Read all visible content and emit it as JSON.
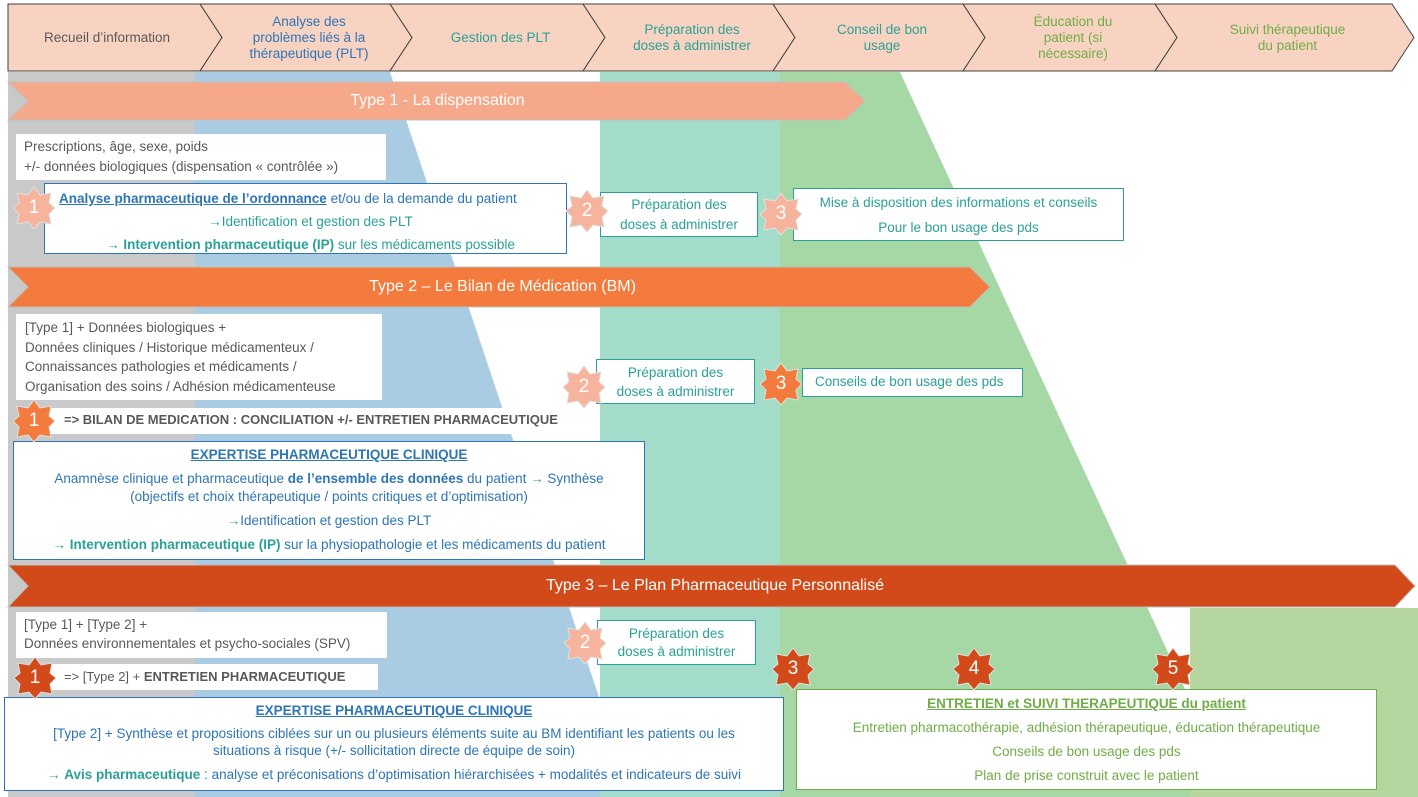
{
  "process_steps": [
    {
      "lines": [
        "Recueil d’information"
      ],
      "color": "#595959"
    },
    {
      "lines": [
        "Analyse des",
        "problèmes liés à la",
        "thérapeutique (PLT)"
      ],
      "color": "#2e75b6"
    },
    {
      "lines": [
        "Gestion des PLT"
      ],
      "color": "#2aa198"
    },
    {
      "lines": [
        "Préparation des",
        "doses à administrer"
      ],
      "color": "#2aa198"
    },
    {
      "lines": [
        "Conseil de bon",
        "usage"
      ],
      "color": "#2aa198"
    },
    {
      "lines": [
        "Éducation du",
        "patient (si",
        "nécessaire)"
      ],
      "color": "#70ad47"
    },
    {
      "lines": [
        "Suivi thérapeutique",
        "du patient"
      ],
      "color": "#70ad47"
    }
  ],
  "type1": {
    "title": "Type 1 - La dispensation",
    "color": "#f6a98a",
    "data_line1": "Prescriptions, âge, sexe, poids",
    "data_line2": "+/- données biologiques (dispensation « contrôlée »)",
    "box1": {
      "line1_bold": "Analyse pharmaceutique de l’ordonnance",
      "line1_rest": " et/ou de la demande du patient",
      "line2": "Identification et gestion des PLT",
      "line3_bold": "Intervention pharmaceutique (IP)",
      "line3_rest": " sur les médicaments possible"
    },
    "box2": {
      "line1": "Préparation des",
      "line2": "doses à administrer"
    },
    "box3": {
      "line1": "Mise à disposition des informations et conseils",
      "line2": "Pour le bon usage des pds"
    },
    "badges": [
      "1",
      "2",
      "3"
    ]
  },
  "type2": {
    "title": "Type 2 – Le Bilan de Médication (BM)",
    "color": "#f47b3e",
    "data_lines": [
      "[Type 1] + Données biologiques +",
      "Données cliniques / Historique médicamenteux /",
      "Connaissances pathologies et médicaments /",
      "Organisation des soins / Adhésion médicamenteuse"
    ],
    "step1_text": "=> BILAN DE MEDICATION : CONCILIATION +/- ENTRETIEN PHARMACEUTIQUE",
    "expertise": {
      "title": "EXPERTISE PHARMACEUTIQUE CLINIQUE",
      "l1_a": "Anamnèse clinique et pharmaceutique ",
      "l1_b": "de l’ensemble des données",
      "l1_c": " du patient ",
      "l1_d": " Synthèse",
      "l2": "(objectifs et choix thérapeutique / points critiques et d’optimisation)",
      "l3": "Identification et gestion des PLT",
      "l4_bold": "Intervention pharmaceutique (IP)",
      "l4_rest": " sur la physiopathologie et les médicaments du patient"
    },
    "box2": {
      "line1": "Préparation des",
      "line2": "doses à administrer"
    },
    "box3": "Conseils de bon usage des pds",
    "badges": [
      "1",
      "2",
      "3"
    ]
  },
  "type3": {
    "title": "Type 3 – Le Plan Pharmaceutique Personnalisé",
    "color": "#d24a1a",
    "data_line1": "[Type 1] + [Type 2] +",
    "data_line2": "Données environnementales et psycho-sociales (SPV)",
    "step1_a": "=> [Type 2] + ",
    "step1_b": "ENTRETIEN PHARMACEUTIQUE",
    "expertise": {
      "title": "EXPERTISE PHARMACEUTIQUE CLINIQUE",
      "l1": "[Type 2] + Synthèse et propositions ciblées sur un ou plusieurs éléments suite au BM identifiant les patients ou les",
      "l2": "situations à risque  (+/- sollicitation directe de équipe de soin)",
      "l3_bold": "Avis pharmaceutique",
      "l3_rest": " : analyse et préconisations d’optimisation hiérarchisées + modalités et indicateurs de suivi"
    },
    "box2": {
      "line1": "Préparation des",
      "line2": "doses à administrer"
    },
    "followup": {
      "title": "ENTRETIEN et SUIVI THERAPEUTIQUE du patient",
      "l1": "Entretien pharmacothérapie, adhésion thérapeutique, éducation thérapeutique",
      "l2": "Conseils de bon usage des pds",
      "l3": "Plan de prise construit avec le patient"
    },
    "badges": [
      "1",
      "2",
      "3",
      "4",
      "5"
    ]
  },
  "arrow_glyph": "→"
}
